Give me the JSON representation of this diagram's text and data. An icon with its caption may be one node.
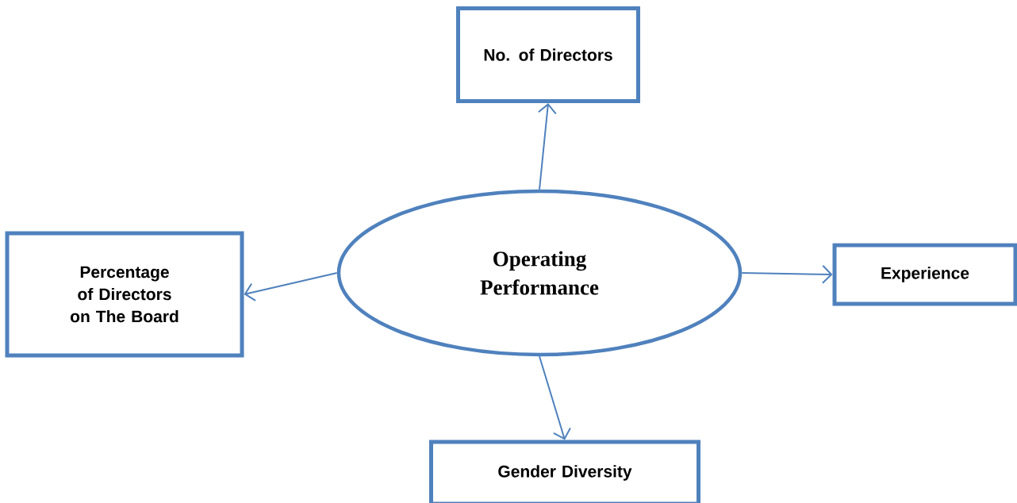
{
  "diagram": {
    "nodes": [
      {
        "text": [
          "Operating Performance"
        ]
      },
      {
        "text": [
          "No. of Directors"
        ]
      },
      {
        "text": [
          "Percentage of Directors on The Board"
        ]
      },
      {
        "text": [
          "Experience"
        ]
      },
      {
        "text": [
          "Gender Diversity"
        ]
      }
    ],
    "edges": [
      {
        "from": 0,
        "to": 1,
        "arrow": "to"
      },
      {
        "from": 0,
        "to": 2,
        "arrow": "to"
      },
      {
        "from": 0,
        "to": 3,
        "arrow": "to"
      },
      {
        "from": 0,
        "to": 4,
        "arrow": "to"
      }
    ]
  }
}
